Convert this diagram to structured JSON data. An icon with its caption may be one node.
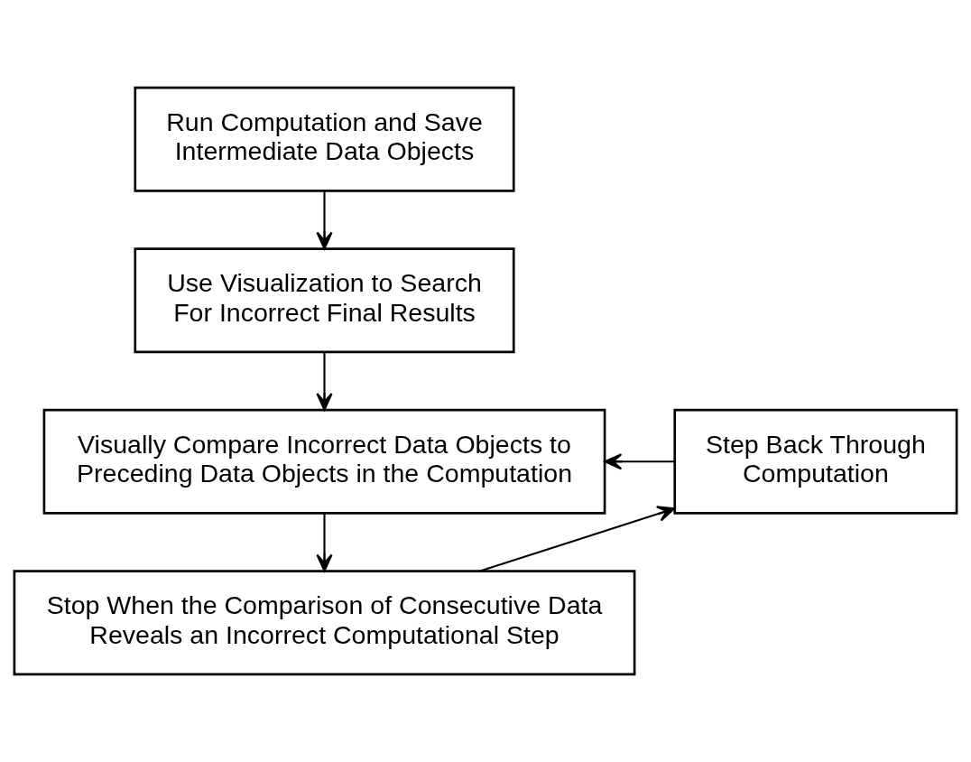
{
  "diagram": {
    "nodes": [
      {
        "text": [
          "Run Computation and Save Intermediate Data Objects"
        ]
      },
      {
        "text": [
          "Use Visualization to Search For Incorrect Final Results"
        ]
      },
      {
        "text": [
          "Visually Compare Incorrect Data Objects to Preceding Data Objects in the Computation"
        ]
      },
      {
        "text": [
          "Stop When the Comparison of Consecutive Data Reveals an Incorrect Computational Step"
        ]
      },
      {
        "text": [
          "Step Back Through Computation"
        ]
      }
    ],
    "edges": [
      {
        "from": 0,
        "to": 1,
        "arrow": "to"
      },
      {
        "from": 1,
        "to": 2,
        "arrow": "to"
      },
      {
        "from": 4,
        "to": 2,
        "arrow": "to"
      },
      {
        "from": 2,
        "to": 3,
        "arrow": "to"
      },
      {
        "from": 3,
        "to": 4,
        "arrow": "to"
      }
    ]
  }
}
